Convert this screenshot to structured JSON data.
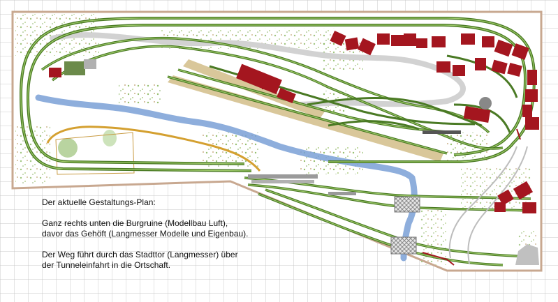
{
  "description": {
    "heading": "Der aktuelle Gestaltungs-Plan:",
    "paragraphs": [
      "Ganz rechts unten die Burgruine (Modellbau Luft),\ndavor das Gehöft (Langmesser Modelle und Eigenbau).",
      "Der Weg führt durch das Stadttor (Langmesser) über\nder Tunneleinfahrt in die Ortschaft."
    ]
  },
  "colors": {
    "grid": "#c9c9c9",
    "board_frame": "#c8a890",
    "track": "#4a7a24",
    "track_light": "#7fb04a",
    "buildings": "#a4161f",
    "river": "#7aa0d6",
    "road": "#cfcfcf",
    "path": "#d4a030",
    "platform": "#d9c79a",
    "vegetation": "#8ab860"
  },
  "icons": [
    "track-plan",
    "building",
    "river",
    "tunnel-portal",
    "platform",
    "castle-ruin"
  ]
}
